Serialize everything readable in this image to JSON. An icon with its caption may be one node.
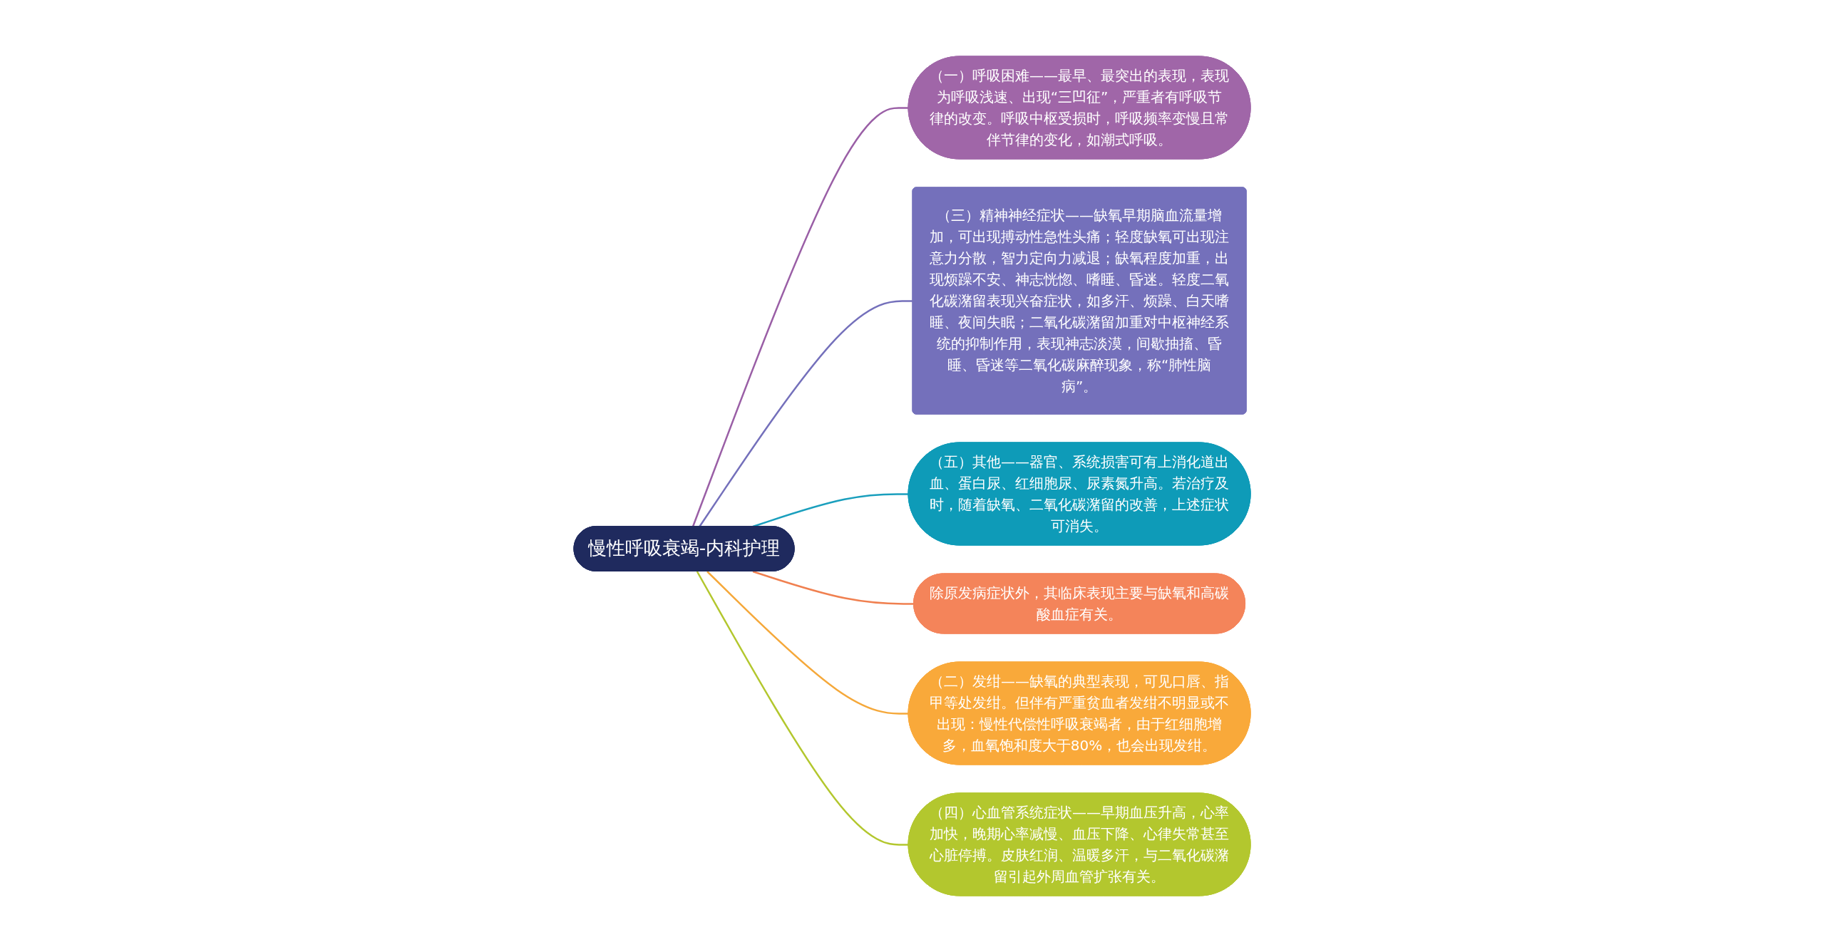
{
  "diagram": {
    "nodes": [
      {
        "text": [
          "慢性呼吸衰竭-内科护理"
        ]
      },
      {
        "text": [
          "（一）呼吸困难——最早、最突出的表现，表现为呼吸浅速、出现“三凹征”，严重者有呼吸节律的改变。呼吸中枢受损时，呼吸频率变慢且常伴节律的变化，如潮式呼吸。"
        ]
      },
      {
        "text": [
          "（三）精神神经症状——缺氧早期脑血流量增加，可出现搏动性急性头痛；轻度缺氧可出现注意力分散，智力定向力减退；缺氧程度加重，出现烦躁不安、神志恍惚、嗜睡、昏迷。轻度二氧化碳潴留表现兴奋症状，如多汗、烦躁、白天嗜睡、夜间失眠；二氧化碳潴留加重对中枢神经系统的抑制作用，表现神志淡漠，间歇抽搐、昏睡、昏迷等二氧化碳麻醉现象，称“肺性脑病”。"
        ]
      },
      {
        "text": [
          "（五）其他——器官、系统损害可有上消化道出血、蛋白尿、红细胞尿、尿素氮升高。若治疗及时，随着缺氧、二氧化碳潴留的改善，上述症状可消失。"
        ]
      },
      {
        "text": [
          "除原发病症状外，其临床表现主要与缺氧和高碳酸血症有关。"
        ]
      },
      {
        "text": [
          "（二）发绀——缺氧的典型表现，可见口唇、指甲等处发绀。但伴有严重贫血者发绀不明显或不出现：慢性代偿性呼吸衰竭者，由于红细胞增多，血氧饱和度大于80%，也会出现发绀。"
        ]
      },
      {
        "text": [
          "（四）心血管系统症状——早期血压升高，心率加快，晚期心率减慢、血压下降、心律失常甚至心脏停搏。皮肤红润、温暖多汗，与二氧化碳潴留引起外周血管扩张有关。"
        ]
      }
    ],
    "edges": [
      {
        "from": 0,
        "to": 1,
        "arrow": "none",
        "color": "#9a5fa6"
      },
      {
        "from": 0,
        "to": 2,
        "arrow": "none",
        "color": "#7470bb"
      },
      {
        "from": 0,
        "to": 3,
        "arrow": "none",
        "color": "#1a9fbd"
      },
      {
        "from": 0,
        "to": 4,
        "arrow": "none",
        "color": "#f08050"
      },
      {
        "from": 0,
        "to": 5,
        "arrow": "none",
        "color": "#f5a83a"
      },
      {
        "from": 0,
        "to": 6,
        "arrow": "none",
        "color": "#b3c72e"
      }
    ]
  }
}
